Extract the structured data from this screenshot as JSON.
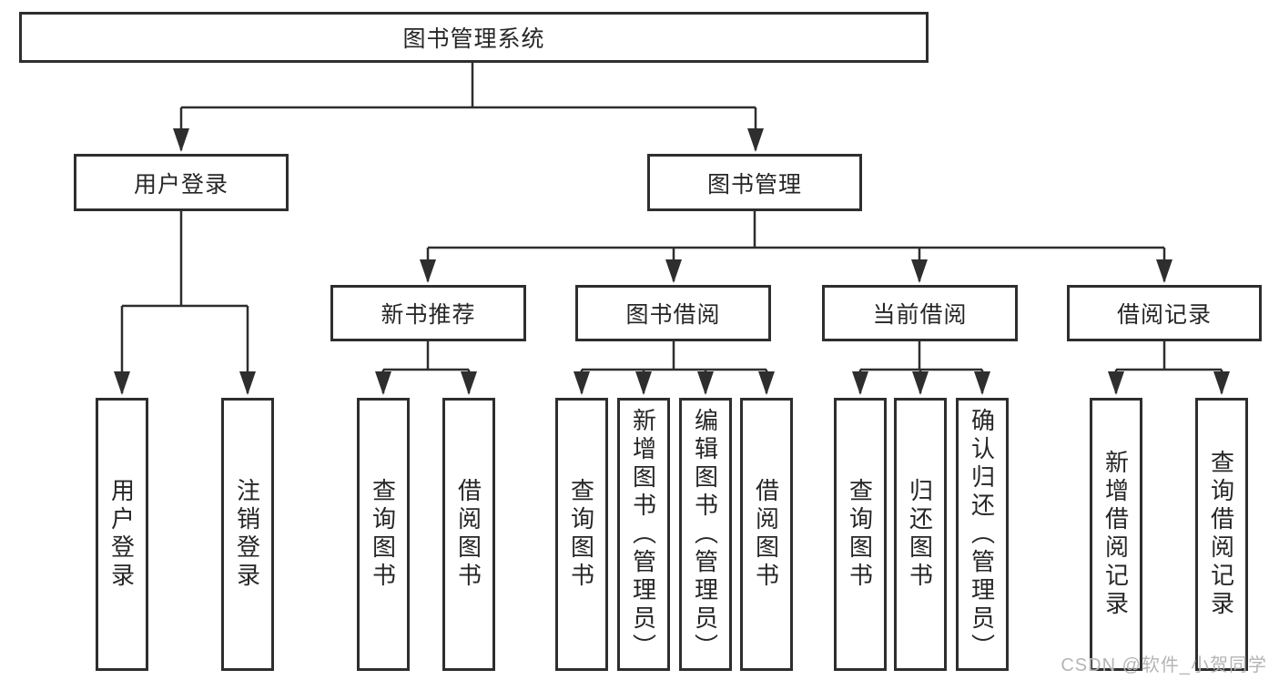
{
  "colors": {
    "line": "#2e2e2e",
    "box_border": "#2e2e2e",
    "text": "#262626",
    "background": "#ffffff",
    "watermark": "#b5b5b5"
  },
  "tree": {
    "label": "图书管理系统",
    "children": [
      {
        "label": "用户登录",
        "children": [
          {
            "label": "用户登录"
          },
          {
            "label": "注销登录"
          }
        ]
      },
      {
        "label": "图书管理",
        "children": [
          {
            "label": "新书推荐",
            "children": [
              {
                "label": "查询图书"
              },
              {
                "label": "借阅图书"
              }
            ]
          },
          {
            "label": "图书借阅",
            "children": [
              {
                "label": "查询图书"
              },
              {
                "label": "新增图书（管理员）"
              },
              {
                "label": "编辑图书（管理员）"
              },
              {
                "label": "借阅图书"
              }
            ]
          },
          {
            "label": "当前借阅",
            "children": [
              {
                "label": "查询图书"
              },
              {
                "label": "归还图书"
              },
              {
                "label": "确认归还（管理员）"
              }
            ]
          },
          {
            "label": "借阅记录",
            "children": [
              {
                "label": "新增借阅记录"
              },
              {
                "label": "查询借阅记录"
              }
            ]
          }
        ]
      }
    ]
  },
  "watermark": "CSDN @软件_小贺同学"
}
